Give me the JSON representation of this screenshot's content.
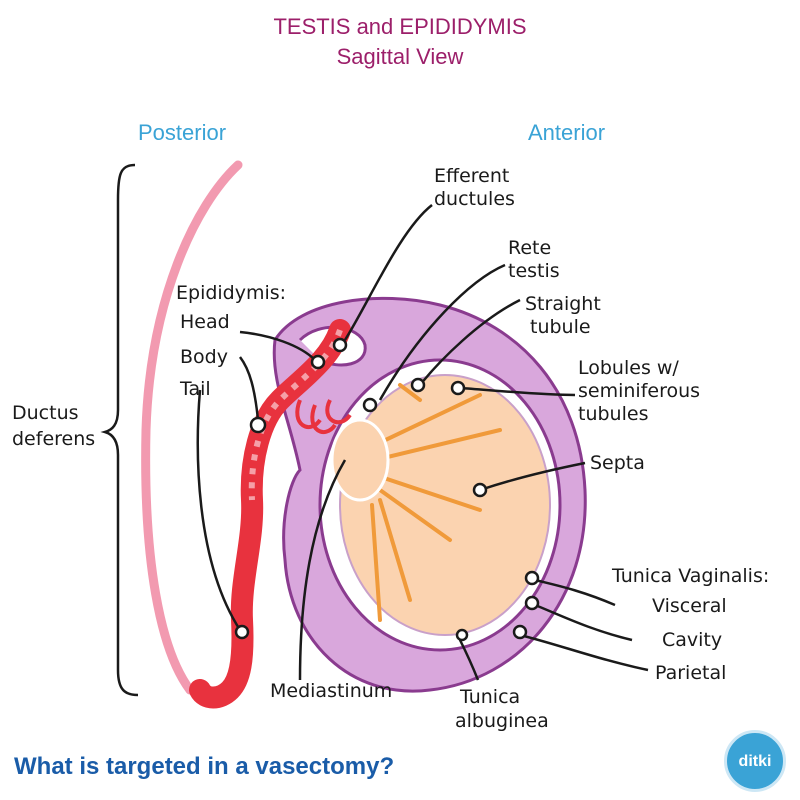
{
  "title": {
    "line1": "TESTIS and EPIDIDYMIS",
    "line2": "Sagittal View"
  },
  "directions": {
    "posterior": "Posterior",
    "anterior": "Anterior"
  },
  "labels": {
    "efferent": [
      "Efferent",
      "ductules"
    ],
    "rete": [
      "Rete",
      "testis"
    ],
    "straight": [
      "Straight",
      "tubule"
    ],
    "lobules": [
      "Lobules w/",
      "seminiferous",
      "tubules"
    ],
    "septa": "Septa",
    "epididymis": "Epididymis:",
    "head": "Head",
    "body": "Body",
    "tail": "Tail",
    "ductus": [
      "Ductus",
      "deferens"
    ],
    "tunica_vaginalis": "Tunica Vaginalis:",
    "visceral": "Visceral",
    "cavity": "Cavity",
    "parietal": "Parietal",
    "mediastinum": "Mediastinum",
    "tunica_albuginea": [
      "Tunica",
      "albuginea"
    ]
  },
  "question": "What is targeted in a vasectomy?",
  "logo_text": "ditki",
  "colors": {
    "title": "#9c1f6a",
    "direction": "#3aa3d6",
    "question": "#1a5ca8",
    "tunica_vaginalis": "#d9a7dc",
    "tunica_outline": "#8a3b8f",
    "testis_fill": "#fbd3b0",
    "septa": "#f09a3a",
    "epididymis": "#e8323e",
    "ductus_deferens": "#f29ab0"
  }
}
